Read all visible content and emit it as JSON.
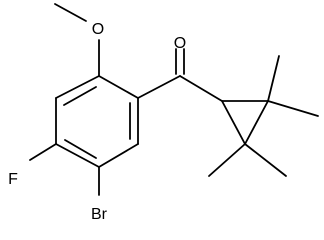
{
  "molecule": {
    "labels": {
      "oxygen_carbonyl": "O",
      "oxygen_methoxy": "O",
      "fluorine": "F",
      "bromine": "Br"
    },
    "structure": {
      "substituents": [
        "methoxy",
        "fluoro",
        "bromo",
        "ketone",
        "tetramethylcyclopropyl"
      ]
    }
  }
}
